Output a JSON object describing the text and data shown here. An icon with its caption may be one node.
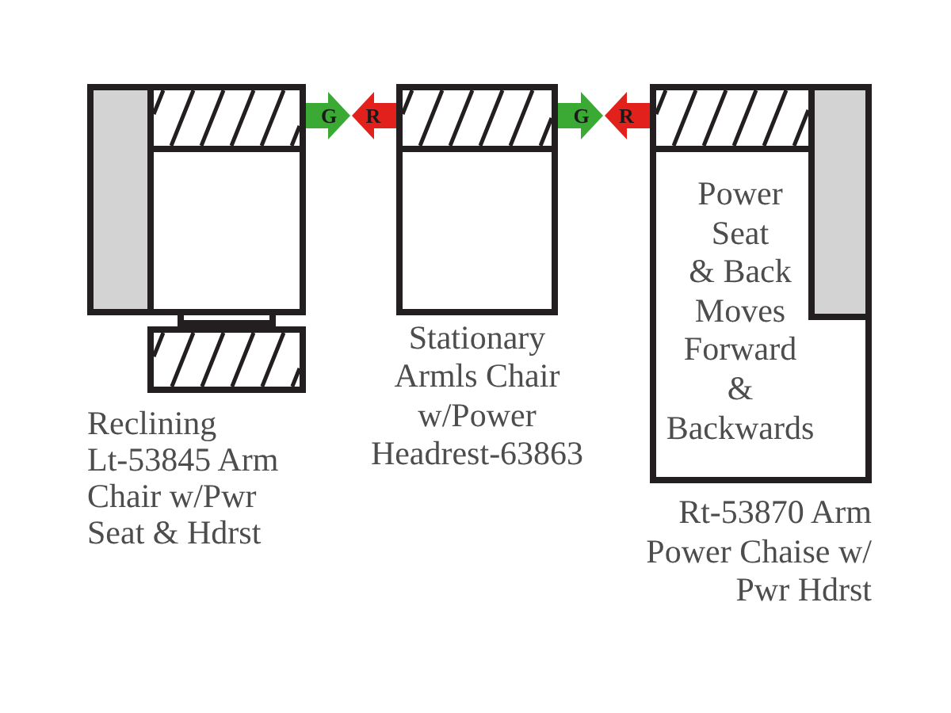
{
  "diagram": {
    "nodes": [
      {
        "text": [
          "Reclining Lt-53845 Arm Chair w/Pwr Seat & Hdrst"
        ]
      },
      {
        "text": [
          "Stationary Armls Chair w/Power Headrest-63863"
        ]
      },
      {
        "text": [
          "Power Seat & Back Moves Forward & Backwards",
          "Rt-53870 Arm Power Chaise w/ Pwr Hdrst"
        ]
      }
    ],
    "edges": [
      {
        "from": 0,
        "to": 1,
        "arrow": "to",
        "label": "G",
        "color": "#3aaa35"
      },
      {
        "from": 1,
        "to": 0,
        "arrow": "to",
        "label": "R",
        "color": "#e3211c"
      },
      {
        "from": 1,
        "to": 2,
        "arrow": "to",
        "label": "G",
        "color": "#3aaa35"
      },
      {
        "from": 2,
        "to": 1,
        "arrow": "to",
        "label": "R",
        "color": "#e3211c"
      }
    ]
  }
}
